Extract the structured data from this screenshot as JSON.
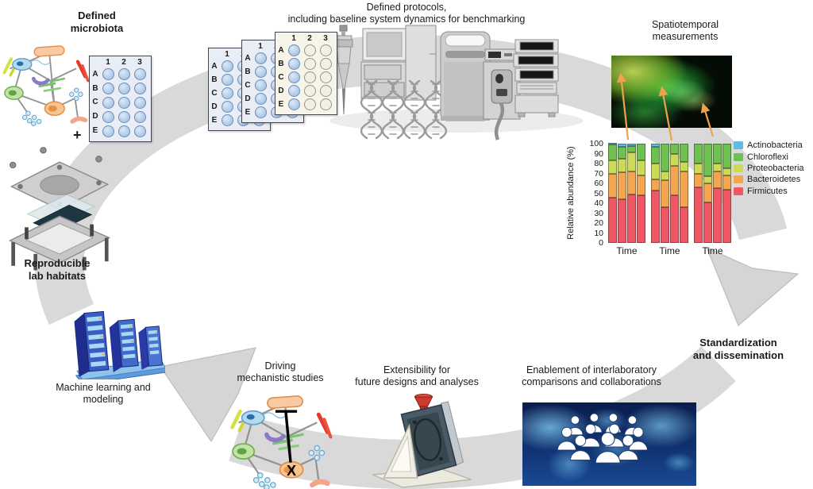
{
  "figure": {
    "labels": {
      "defined_microbiota": "Defined\nmicrobiota",
      "defined_protocols": "Defined protocols,\nincluding baseline system dynamics for benchmarking",
      "spatiotemporal": "Spatiotemporal\nmeasurements",
      "standardization": "Standardization\nand dissemination",
      "enablement": "Enablement of interlaboratory\ncomparisons and collaborations",
      "extensibility": "Extensibility for\nfuture designs and analyses",
      "driving": "Driving\nmechanistic studies",
      "machine_learning": "Machine learning and\nmodeling",
      "reproducible": "Reproducible\nlab habitats",
      "plus": "+",
      "x_marker": "X"
    },
    "ring_color": "#d9d9d9",
    "arrow_color": "#f0a14c"
  },
  "plates": {
    "cols": [
      "1",
      "2",
      "3"
    ],
    "rows": [
      "A",
      "B",
      "C",
      "D",
      "E"
    ]
  },
  "chart_data": {
    "type": "bar",
    "stacked": true,
    "title": "",
    "xlabel": "",
    "ylabel": "Relative abundance (%)",
    "ylim": [
      0,
      100
    ],
    "yticks": [
      0,
      10,
      20,
      30,
      40,
      50,
      60,
      70,
      80,
      90,
      100
    ],
    "grid": false,
    "legend_position": "right",
    "categories": [
      "Time",
      "Time",
      "Time"
    ],
    "series_legend": [
      {
        "name": "Actinobacteria",
        "color": "#5ebde4"
      },
      {
        "name": "Chloroflexi",
        "color": "#6ec04f"
      },
      {
        "name": "Proteobacteria",
        "color": "#cbdb56"
      },
      {
        "name": "Bacteroidetes",
        "color": "#f5a54e"
      },
      {
        "name": "Firmicutes",
        "color": "#f05663"
      }
    ],
    "stack_order": [
      "Firmicutes",
      "Bacteroidetes",
      "Proteobacteria",
      "Chloroflexi",
      "Actinobacteria"
    ],
    "groups": [
      {
        "category": "Time",
        "bars": [
          [
            46,
            24,
            13,
            16,
            1
          ],
          [
            44,
            27,
            14,
            12,
            3
          ],
          [
            49,
            23,
            19,
            7,
            2
          ],
          [
            48,
            20,
            15,
            17,
            0
          ]
        ]
      },
      {
        "category": "Time",
        "bars": [
          [
            53,
            11,
            16,
            17,
            3
          ],
          [
            36,
            27,
            9,
            28,
            0
          ],
          [
            48,
            30,
            12,
            10,
            0
          ],
          [
            36,
            36,
            10,
            18,
            0
          ]
        ]
      },
      {
        "category": "Time",
        "bars": [
          [
            56,
            14,
            10,
            20,
            0
          ],
          [
            41,
            19,
            7,
            33,
            0
          ],
          [
            55,
            17,
            8,
            20,
            0
          ],
          [
            54,
            14,
            7,
            25,
            0
          ]
        ]
      }
    ]
  }
}
